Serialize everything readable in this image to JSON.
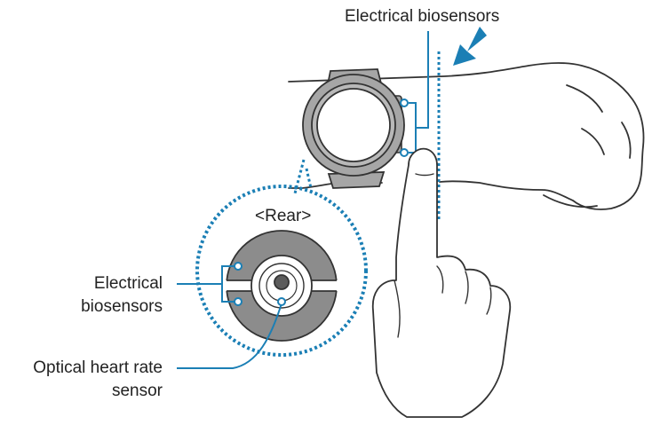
{
  "labels": {
    "top_electrical": "Electrical biosensors",
    "rear": "<Rear>",
    "left_electrical_line1": "Electrical",
    "left_electrical_line2": "biosensors",
    "optical_line1": "Optical heart rate",
    "optical_line2": "sensor"
  },
  "colors": {
    "accent": "#1b7fb5",
    "outline": "#333333",
    "watch_gray": "#a6a6a6",
    "rear_gray": "#8c8c8c"
  },
  "icons": {
    "direction_arrow": "arrow-down-left-icon"
  }
}
